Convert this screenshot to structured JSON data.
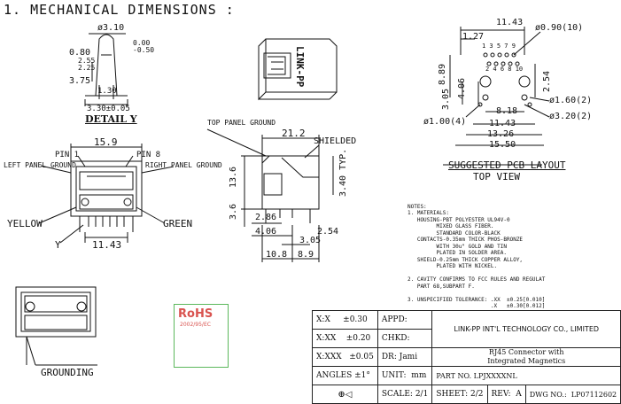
{
  "page": {
    "section_title": "1. MECHANICAL DIMENSIONS :"
  },
  "detail_y": {
    "title": "DETAIL Y",
    "dims": [
      "ø3.10",
      "0.80",
      "0.00",
      "-0.50",
      "2.55",
      "2.25",
      "3.75",
      "1.30",
      "3.30±0.05"
    ]
  },
  "iso_view": {
    "brand_text": "LINK-PP"
  },
  "front_view": {
    "dims": [
      "15.9",
      "11.43"
    ],
    "labels": [
      "PIN 1",
      "PIN 8",
      "LEFT PANEL GROUND",
      "RIGHT PANEL GROUND",
      "YELLOW",
      "GREEN",
      "Y"
    ]
  },
  "side_view": {
    "dims": [
      "21.2",
      "13.6",
      "3.6",
      "3.40 TYP.",
      "2.86",
      "4.06",
      "2.54",
      "3.05",
      "10.8",
      "8.9"
    ],
    "labels": [
      "TOP PANEL GROUND",
      "SHIELDED"
    ]
  },
  "pcb": {
    "dims": [
      "11.43",
      "1.27",
      "ø0.90(10)",
      "8.89",
      "3.05",
      "4.06",
      "2.54",
      "ø1.60(2)",
      "8.18",
      "11.43",
      "ø3.20(2)",
      "13.26",
      "ø1.00(4)",
      "15.50"
    ],
    "pins_top": "1 3 5 7 9",
    "pins_bottom": "2 4 6 8 10",
    "caption": "SUGGESTED PCB LAYOUT",
    "subcaption": "TOP VIEW"
  },
  "notes": {
    "lines": [
      "NOTES:",
      "1. MATERIALS:",
      "   HOUSING-PBT POLYESTER UL94V-0",
      "         MIXED GLASS FIBER.",
      "         STANDARD COLOR-BLACK",
      "   CONTACTS-0.35mm THICK PHOS-BRONZE",
      "         WITH 30u\" GOLD AND TIN",
      "         PLATED IN SOLDER AREA.",
      "   SHIELD-0.25mm THICK COPPER ALLOY,",
      "         PLATED WITH NICKEL.",
      "",
      "2. CAVITY CONFIRMS TO FCC RULES AND REGULAT",
      "   PART 68,SUBPART F.",
      "",
      "3. UNSPECIFIED TOLERANCE: .XX  ±0.25[0.010]",
      "                          .X   ±0.30[0.012]"
    ]
  },
  "grounding": {
    "label": "GROUNDING"
  },
  "rohs": {
    "text": "RoHS",
    "sub": "2002/95/EC"
  },
  "title_block": {
    "tol_1": "X:X     ±0.30",
    "tol_2": "X:XX    ±0.20",
    "tol_3": "X:XXX   ±0.05",
    "angles": "ANGLES ±1°",
    "apvd": "APPD:",
    "chkd": "CHKD:",
    "dr": "DR: Jami",
    "unit": "UNIT:  mm",
    "company": "LINK-PP INT'L TECHNOLOGY CO., LIMITED",
    "desc_1": "RJ45 Connector with",
    "desc_2": "Integrated Magnetics",
    "part_no": "PART NO. LPJXXXXNL",
    "scale": "SCALE: 2/1",
    "sheet": "SHEET: 2/2",
    "rev": "REV:  A",
    "dwg_no": "DWG NO.:  LP07112602"
  }
}
